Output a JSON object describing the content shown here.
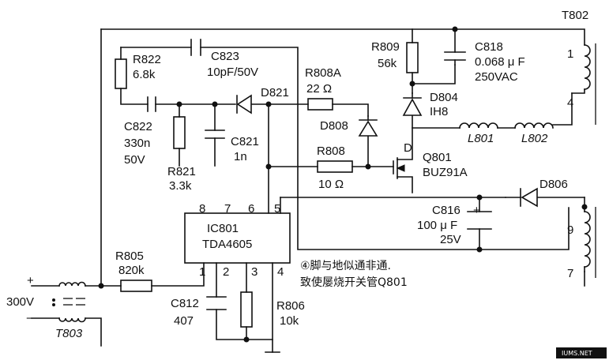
{
  "transformer_main": {
    "name": "T802",
    "pins": [
      "1",
      "4",
      "9",
      "7"
    ]
  },
  "components": {
    "R822": {
      "ref": "R822",
      "value": "6.8k"
    },
    "C823": {
      "ref": "C823",
      "value": "10pF/50V"
    },
    "C822": {
      "ref": "C822",
      "value1": "330n",
      "value2": "50V"
    },
    "R821": {
      "ref": "R821",
      "value": "3.3k"
    },
    "C821": {
      "ref": "C821",
      "value": "1n"
    },
    "D821": {
      "ref": "D821"
    },
    "R808A": {
      "ref": "R808A",
      "value": "22 Ω"
    },
    "D808": {
      "ref": "D808"
    },
    "R808": {
      "ref": "R808",
      "value": "10 Ω"
    },
    "R809": {
      "ref": "R809",
      "value": "56k"
    },
    "C818": {
      "ref": "C818",
      "value1": "0.068 μ F",
      "value2": "250VAC"
    },
    "D804": {
      "ref": "D804",
      "value": "IH8"
    },
    "L801": {
      "ref": "L801"
    },
    "L802": {
      "ref": "L802"
    },
    "Q801": {
      "ref": "Q801",
      "value": "BUZ91A",
      "pin_d": "D"
    },
    "D806": {
      "ref": "D806"
    },
    "C816": {
      "ref": "C816",
      "value1": "100 μ F",
      "value2": "25V",
      "plus": "+"
    },
    "IC801": {
      "ref": "IC801",
      "value": "TDA4605",
      "pins": [
        "8",
        "7",
        "6",
        "5",
        "1",
        "2",
        "3",
        "4"
      ]
    },
    "R805": {
      "ref": "R805",
      "value": "820k"
    },
    "C812": {
      "ref": "C812",
      "value": "407"
    },
    "R806": {
      "ref": "R806",
      "value": "10k"
    },
    "T803": {
      "ref": "T803"
    }
  },
  "input": {
    "voltage": "300V",
    "plus": "+",
    "minus": "−"
  },
  "annotation": {
    "line1": "④脚与地似通非通.",
    "line2": "致使屡烧开关管Q801"
  },
  "watermark": "IUMS.NET"
}
